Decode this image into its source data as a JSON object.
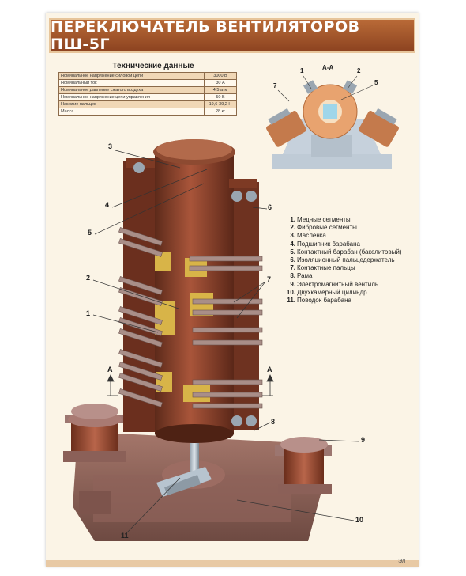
{
  "title": "ПЕРЕКЛЮЧАТЕЛЬ ВЕНТИЛЯТОРОВ ПШ-5Г",
  "tech_data": {
    "heading": "Технические данные",
    "rows": [
      {
        "param": "Номинальное напряжение силовой цепи",
        "value": "3000 В"
      },
      {
        "param": "Номинальный ток",
        "value": "30 А"
      },
      {
        "param": "Номинальное давление сжатого воздуха",
        "value": "4,5 атм"
      },
      {
        "param": "Номинальное напряжение цепи управления",
        "value": "50 В"
      },
      {
        "param": "Нажатие пальцев",
        "value": "19,6-39,2 Н"
      },
      {
        "param": "Масса",
        "value": "28 кг"
      }
    ]
  },
  "section_label": "А-А",
  "legend": [
    {
      "num": "1.",
      "text": "Медные сегменты"
    },
    {
      "num": "2.",
      "text": "Фибровые сегменты"
    },
    {
      "num": "3.",
      "text": "Маслёнка"
    },
    {
      "num": "4.",
      "text": "Подшипник барабана"
    },
    {
      "num": "5.",
      "text": "Контактный барабан (бакелитовый)"
    },
    {
      "num": "6.",
      "text": "Изоляционный пальцедержатель"
    },
    {
      "num": "7.",
      "text": "Контактные пальцы"
    },
    {
      "num": "8.",
      "text": "Рама"
    },
    {
      "num": "9.",
      "text": "Электромагнитный вентиль"
    },
    {
      "num": "10.",
      "text": "Двухкамерный цилиндр"
    },
    {
      "num": "11.",
      "text": "Поводок барабана"
    }
  ],
  "callouts": {
    "c1": "1",
    "c2": "2",
    "c3": "3",
    "c4": "4",
    "c5": "5",
    "c6": "6",
    "c7": "7",
    "c8": "8",
    "c9": "9",
    "c10": "10",
    "c11": "11",
    "s1": "1",
    "s2": "2",
    "s5": "5",
    "s7": "7",
    "a_left": "А",
    "a_right": "А"
  },
  "footer_mark": "ЭЛ"
}
